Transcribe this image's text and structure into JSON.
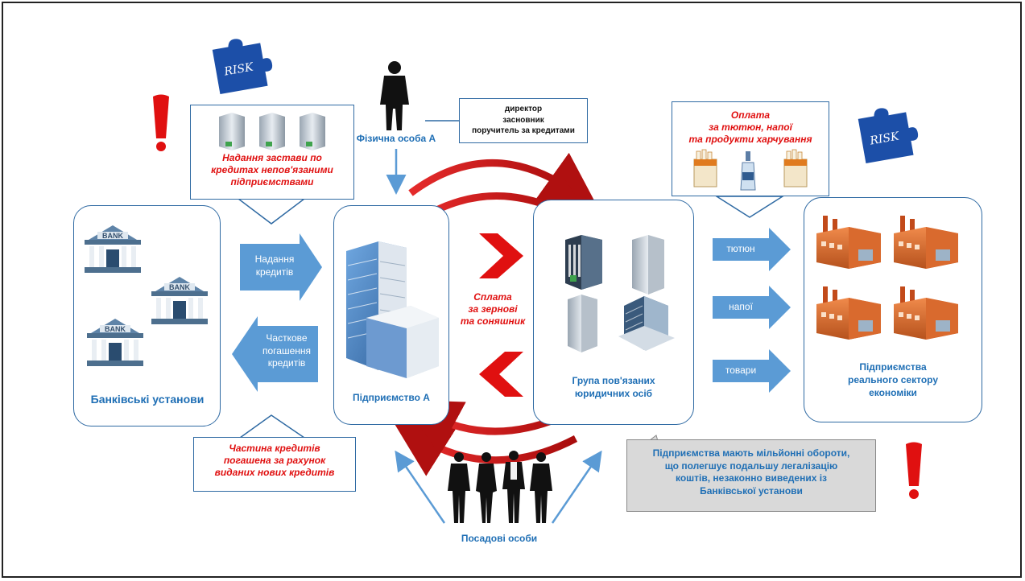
{
  "labels": {
    "banks": "Банківські установи",
    "enterprise_a": "Підприємство А",
    "group": "Група пов'язаних юридичних осіб",
    "group_l1": "Група пов'язаних",
    "group_l2": "юридичних осіб",
    "real_sector_l1": "Підприємства",
    "real_sector_l2": "реального сектору",
    "real_sector_l3": "економіки",
    "person_a": "Фізична особа А",
    "officials": "Посадові особи"
  },
  "bank_sign": "BANK",
  "risk_text": "RISK",
  "arrows": {
    "loans_l1": "Надання",
    "loans_l2": "кредитів",
    "repay_l1": "Часткове",
    "repay_l2": "погашення",
    "repay_l3": "кредитів",
    "tobacco": "тютюн",
    "drinks": "напої",
    "goods": "товари"
  },
  "callouts": {
    "collateral_l1": "Надання застави по",
    "collateral_l2": "кредитах непов'язаними",
    "collateral_l3": "підприємствами",
    "roles_l1": "директор",
    "roles_l2": "засновник",
    "roles_l3": "поручитель за кредитами",
    "payment_l1": "Оплата",
    "payment_l2": "за тютюн, напої",
    "payment_l3": "та продукти харчування",
    "partial_l1": "Частина кредитів",
    "partial_l2": "погашена за рахунок",
    "partial_l3": "виданих нових кредитів",
    "grain_l1": "Сплата",
    "grain_l2": "за зернові",
    "grain_l3": "та соняшник",
    "note_l1": "Підприємства мають мільйонні обороти,",
    "note_l2": "що полегшує подальшу легалізацію",
    "note_l3": "коштів, незаконно виведених із",
    "note_l4": "Банківської установи"
  },
  "colors": {
    "blue_arrow": "#5b9bd5",
    "panel_border": "#2f6aa3",
    "label_blue": "#1f6fb5",
    "alert_red": "#e01010",
    "puzzle_blue": "#1c4fa8",
    "note_gray": "#d9d9d9"
  },
  "icons": [
    "bank-icon",
    "building-icon",
    "factory-icon",
    "person-silhouette-icon",
    "risk-puzzle-icon",
    "exclamation-icon",
    "cigarette-pack-icon",
    "bottle-icon"
  ]
}
